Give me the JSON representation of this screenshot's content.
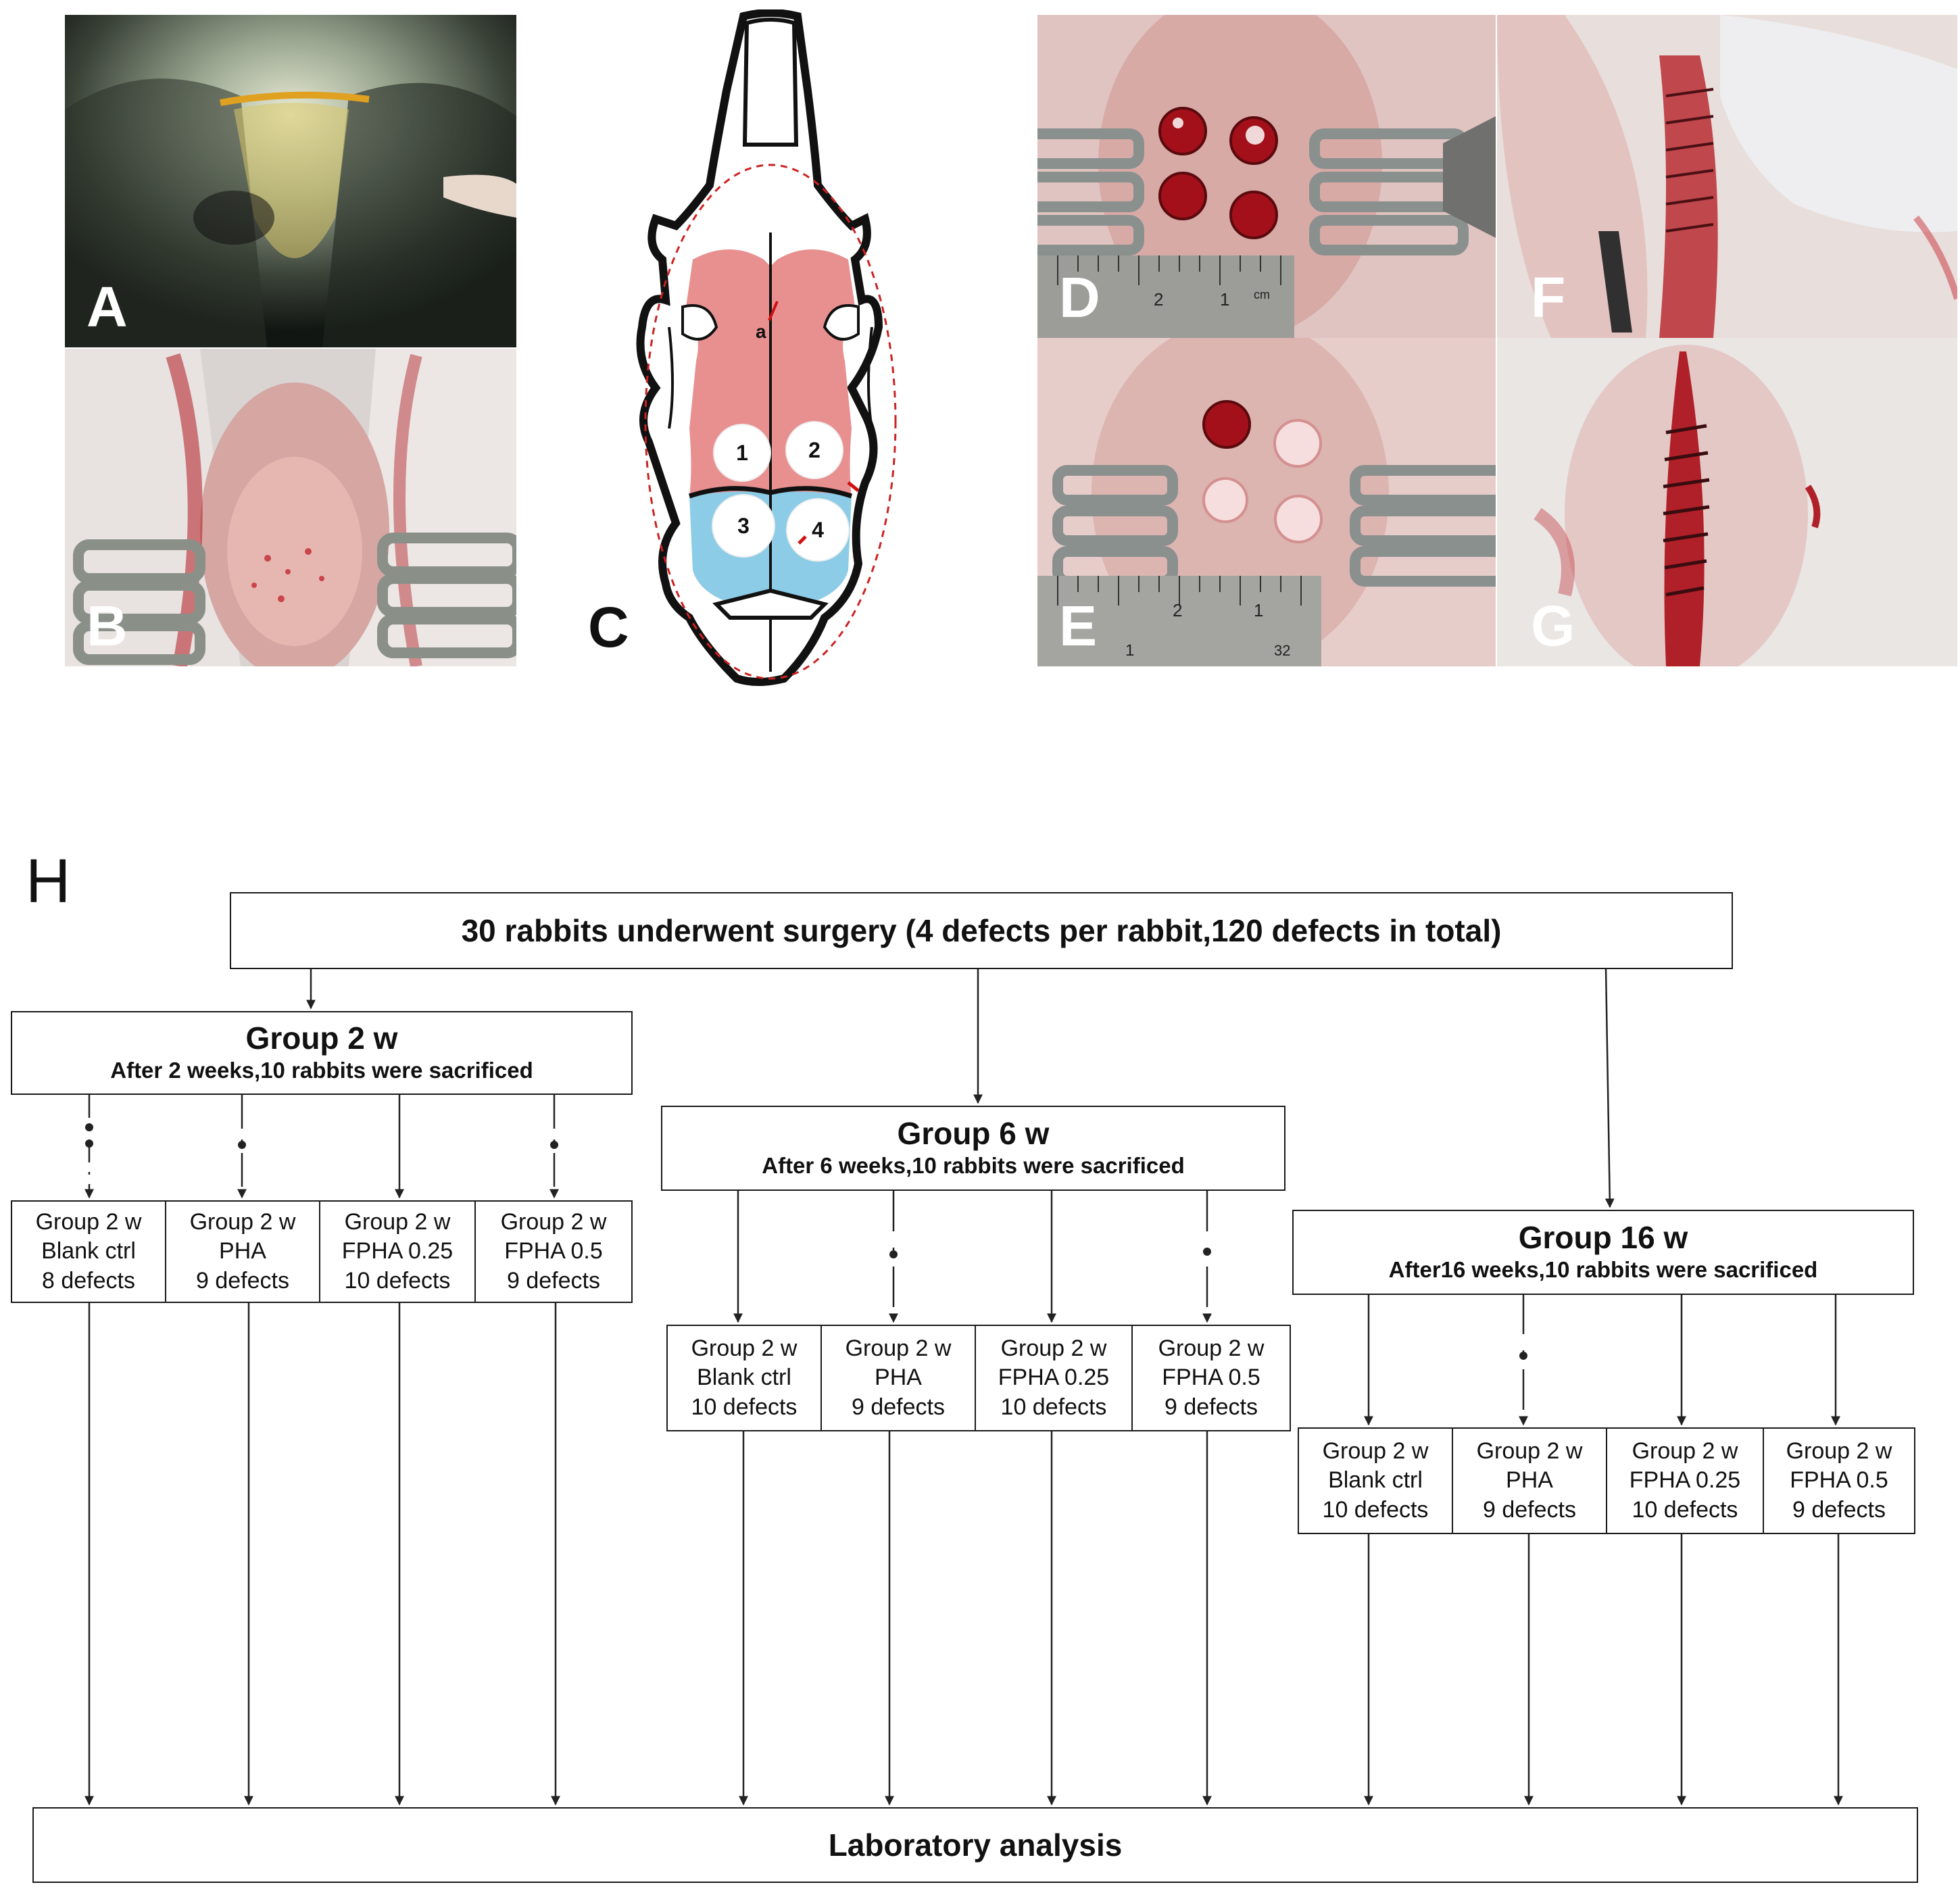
{
  "panels": {
    "a": "A",
    "b": "B",
    "c": "C",
    "d": "D",
    "e": "E",
    "f": "F",
    "g": "G",
    "h": "H"
  },
  "skull": {
    "marker_a": "a",
    "defects": [
      "1",
      "2",
      "3",
      "4"
    ]
  },
  "ruler": {
    "n1": "1",
    "n2": "2",
    "unit": "cm",
    "n32": "32"
  },
  "colors": {
    "parietal": "#e89090",
    "frontal": "#8ccce6",
    "box_border": "#1a1a1a"
  },
  "flowchart": {
    "top": "30 rabbits underwent surgery (4 defects per rabbit,120 defects in total)",
    "groups": [
      {
        "title": "Group 2 w",
        "subtitle": "After 2 weeks,10 rabbits were sacrificed",
        "cells": [
          {
            "l1": "Group 2 w",
            "l2": "Blank ctrl",
            "l3": "8 defects"
          },
          {
            "l1": "Group 2 w",
            "l2": "PHA",
            "l3": "9 defects"
          },
          {
            "l1": "Group 2 w",
            "l2": "FPHA 0.25",
            "l3": "10 defects"
          },
          {
            "l1": "Group 2 w",
            "l2": "FPHA 0.5",
            "l3": "9 defects"
          }
        ]
      },
      {
        "title": "Group 6 w",
        "subtitle": "After 6 weeks,10 rabbits were sacrificed",
        "cells": [
          {
            "l1": "Group 2 w",
            "l2": "Blank ctrl",
            "l3": "10 defects"
          },
          {
            "l1": "Group 2 w",
            "l2": "PHA",
            "l3": "9 defects"
          },
          {
            "l1": "Group 2 w",
            "l2": "FPHA 0.25",
            "l3": "10 defects"
          },
          {
            "l1": "Group 2 w",
            "l2": "FPHA 0.5",
            "l3": "9 defects"
          }
        ]
      },
      {
        "title": "Group 16 w",
        "subtitle": "After16 weeks,10 rabbits were sacrificed",
        "cells": [
          {
            "l1": "Group 2 w",
            "l2": "Blank ctrl",
            "l3": "10 defects"
          },
          {
            "l1": "Group 2 w",
            "l2": "PHA",
            "l3": "9 defects"
          },
          {
            "l1": "Group 2 w",
            "l2": "FPHA 0.25",
            "l3": "10 defects"
          },
          {
            "l1": "Group 2 w",
            "l2": "FPHA 0.5",
            "l3": "9 defects"
          }
        ]
      }
    ],
    "bottom": "Laboratory analysis"
  }
}
